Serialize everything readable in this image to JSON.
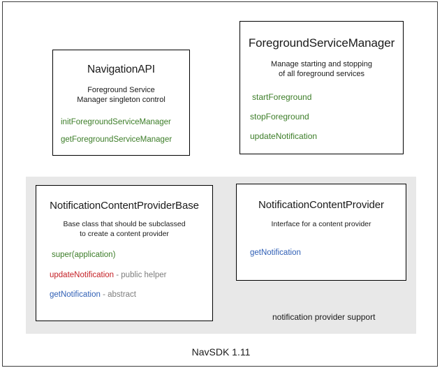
{
  "diagram": {
    "footer_label": "NavSDK 1.11",
    "group_caption": "notification provider support",
    "colors": {
      "method_green": "#3c7d28",
      "method_red": "#c42026",
      "method_blue": "#2f5fb5",
      "note_gray": "#7d7d7d",
      "panel_gray": "#e8e8e8",
      "border_black": "#000000",
      "frame_gray": "#3d3d3d"
    },
    "boxes": {
      "navigation_api": {
        "title": "NavigationAPI",
        "description_line1": "Foreground Service",
        "description_line2": "Manager singleton control",
        "members": [
          {
            "name": "initForegroundServiceManager",
            "note": ""
          },
          {
            "name": "getForegroundServiceManager",
            "note": ""
          }
        ]
      },
      "foreground_service_manager": {
        "title": "ForegroundServiceManager",
        "description_line1": "Manage starting and stopping",
        "description_line2": "of all foreground services",
        "members": [
          {
            "name": "startForeground",
            "note": ""
          },
          {
            "name": "stopForeground",
            "note": ""
          },
          {
            "name": "updateNotification",
            "note": ""
          }
        ]
      },
      "notification_content_provider_base": {
        "title": "NotificationContentProviderBase",
        "description_line1": "Base class that should be subclassed",
        "description_line2": "to create a content provider",
        "members": [
          {
            "name": "super(application)",
            "note": ""
          },
          {
            "name": "updateNotification",
            "note": " - public helper"
          },
          {
            "name": "getNotification",
            "note": " - abstract"
          }
        ]
      },
      "notification_content_provider": {
        "title": "NotificationContentProvider",
        "description_line1": "Interface for a content provider",
        "description_line2": "",
        "members": [
          {
            "name": "getNotification",
            "note": ""
          }
        ]
      }
    }
  }
}
